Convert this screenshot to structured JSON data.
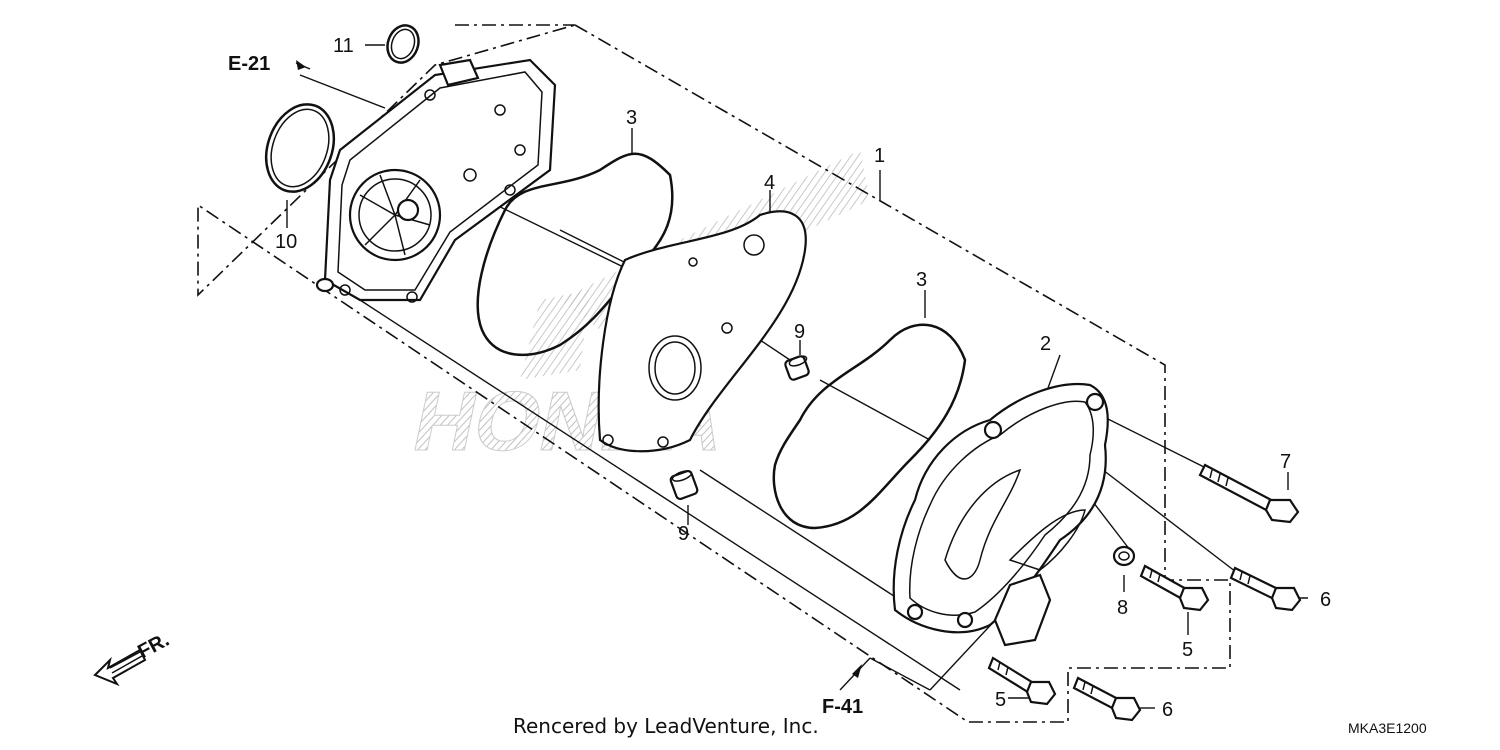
{
  "diagram": {
    "callouts": {
      "c1": "1",
      "c2": "2",
      "c3a": "3",
      "c3b": "3",
      "c4": "4",
      "c5a": "5",
      "c5b": "5",
      "c6a": "6",
      "c6b": "6",
      "c7": "7",
      "c8": "8",
      "c9a": "9",
      "c9b": "9",
      "c10": "10",
      "c11": "11"
    },
    "references": {
      "e21": "E-21",
      "f41": "F-41",
      "fr": "FR."
    },
    "watermark": "HONDA",
    "footer_credit": "Rencered by LeadVenture, Inc.",
    "diagram_code": "MKA3E1200"
  }
}
